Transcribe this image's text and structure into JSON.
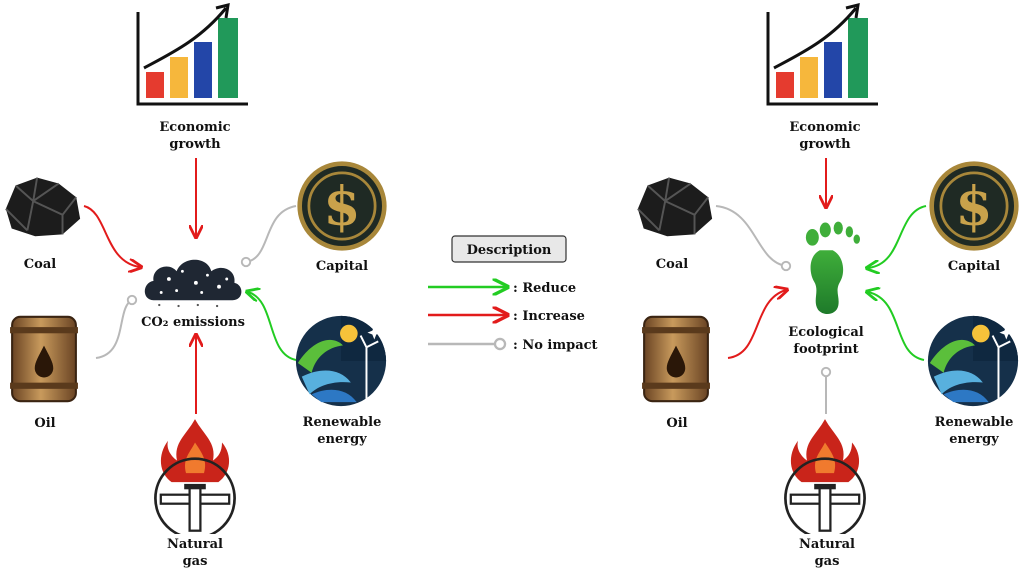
{
  "legend": {
    "title": "Description",
    "reduce": ": Reduce",
    "increase": ": Increase",
    "no_impact": ": No impact"
  },
  "left": {
    "center": "CO₂ emissions",
    "economic_growth": [
      "Economic",
      "growth"
    ],
    "coal": "Coal",
    "oil": "Oil",
    "natural_gas": [
      "Natural",
      "gas"
    ],
    "capital": "Capital",
    "renewable_energy": [
      "Renewable",
      "energy"
    ]
  },
  "right": {
    "center": [
      "Ecological",
      "footprint"
    ],
    "economic_growth": [
      "Economic",
      "growth"
    ],
    "coal": "Coal",
    "oil": "Oil",
    "natural_gas": [
      "Natural",
      "gas"
    ],
    "capital": "Capital",
    "renewable_energy": [
      "Renewable",
      "energy"
    ]
  },
  "colors": {
    "reduce": "#22cc22",
    "increase": "#e21b1b",
    "no_impact": "#b8b8b8",
    "gold": "#a8873a",
    "dark": "#1f2a24"
  },
  "icons": {
    "economic_growth": "bar-chart-up-icon",
    "coal": "coal-rock-icon",
    "oil": "oil-barrel-icon",
    "natural_gas": "gas-flame-pipe-icon",
    "capital": "dollar-coin-icon",
    "renewable_energy": "renewable-energy-icon",
    "co2": "smoke-cloud-icon",
    "footprint": "green-footprint-icon"
  }
}
